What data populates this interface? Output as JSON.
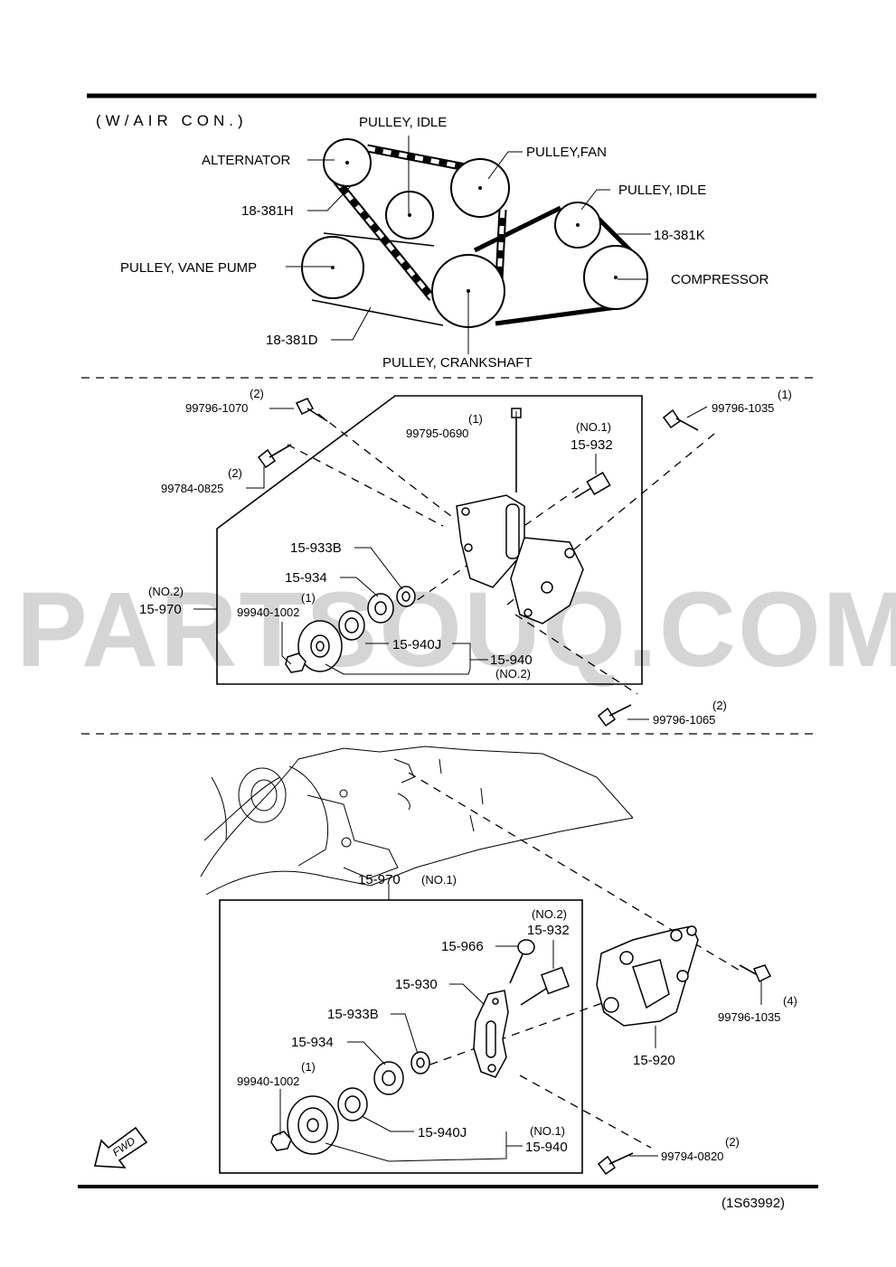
{
  "header": {
    "condition": "(W/AIR CON.)"
  },
  "belt_section": {
    "labels": {
      "alternator": "ALTERNATOR",
      "pulley_idle_1": "PULLEY, IDLE",
      "pulley_fan": "PULLEY,FAN",
      "pulley_idle_2": "PULLEY, IDLE",
      "belt_h": "18-381H",
      "belt_k": "18-381K",
      "vane_pump": "PULLEY, VANE  PUMP",
      "compressor": "COMPRESSOR",
      "belt_d": "18-381D",
      "crankshaft": "PULLEY, CRANKSHAFT"
    }
  },
  "section_no2": {
    "parts": {
      "p99796_1070": {
        "qty": "(2)",
        "num": "99796-1070"
      },
      "p99784_0825": {
        "qty": "(2)",
        "num": "99784-0825"
      },
      "p99795_0690": {
        "qty": "(1)",
        "num": "99795-0690"
      },
      "p15_932": {
        "qty": "(NO.1)",
        "num": "15-932"
      },
      "p99796_1035": {
        "qty": "(1)",
        "num": "99796-1035"
      },
      "p15_933B": {
        "num": "15-933B"
      },
      "p15_934": {
        "num": "15-934"
      },
      "p15_970": {
        "qty": "(NO.2)",
        "num": "15-970"
      },
      "p99940_1002": {
        "qty": "(1)",
        "num": "99940-1002"
      },
      "p15_940J": {
        "num": "15-940J"
      },
      "p15_940": {
        "num": "15-940",
        "qty": "(NO.2)"
      },
      "p99796_1065": {
        "qty": "(2)",
        "num": "99796-1065"
      }
    }
  },
  "section_no1": {
    "parts": {
      "p15_970": {
        "num": "15-970",
        "qty": "(NO.1)"
      },
      "p15_932": {
        "qty": "(NO.2)",
        "num": "15-932"
      },
      "p15_966": {
        "num": "15-966"
      },
      "p15_930": {
        "num": "15-930"
      },
      "p15_933B": {
        "num": "15-933B"
      },
      "p15_934": {
        "num": "15-934"
      },
      "p99940_1002": {
        "qty": "(1)",
        "num": "99940-1002"
      },
      "p15_940J": {
        "num": "15-940J"
      },
      "p15_940": {
        "qty": "(NO.1)",
        "num": "15-940"
      },
      "p99796_1035": {
        "qty": "(4)",
        "num": "99796-1035"
      },
      "p15_920": {
        "num": "15-920"
      },
      "p99794_0820": {
        "qty": "(2)",
        "num": "99794-0820"
      }
    },
    "fwd": "FWD"
  },
  "footer": {
    "code": "(1S63992)"
  },
  "watermark": "PARTSOUQ.COM"
}
